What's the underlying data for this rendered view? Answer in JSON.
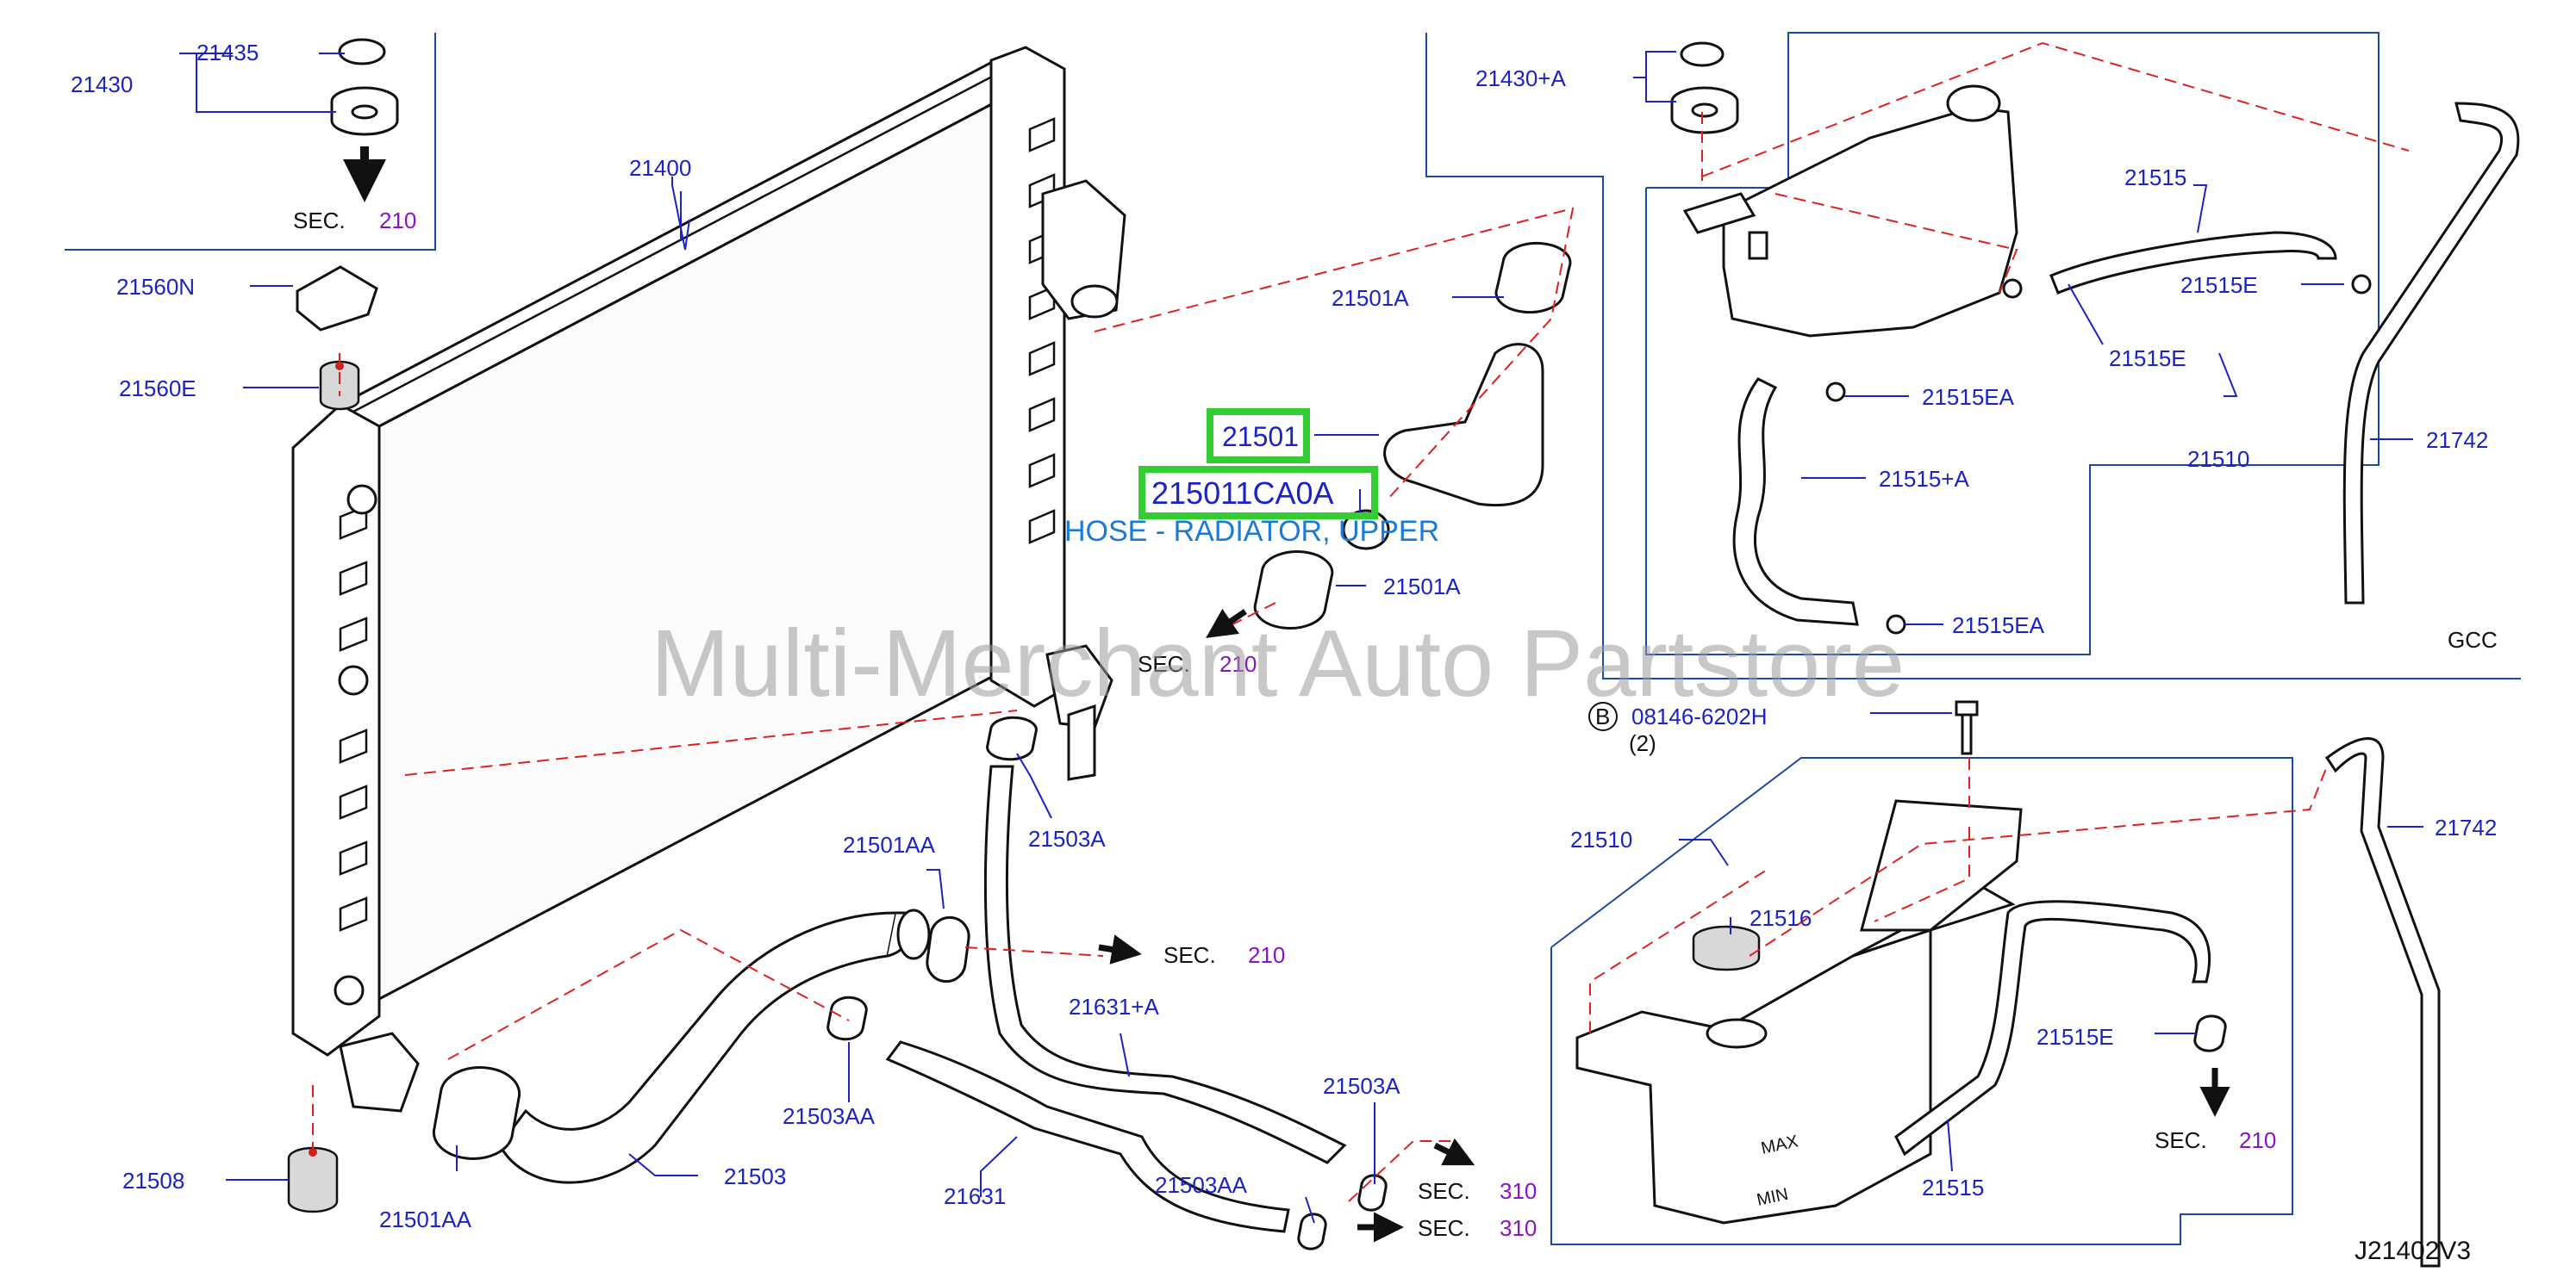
{
  "watermark": "Multi-Merchant Auto Partstore",
  "diagram_code": "J21402V3",
  "region_label": "GCC",
  "highlight": {
    "part": "21501",
    "part_number": "215011CA0A",
    "description": "HOSE - RADIATOR, UPPER",
    "color": "#33cc33"
  },
  "section_ref": {
    "prefix": "SEC.",
    "numbers": {
      "a": "210",
      "b": "310"
    }
  },
  "bolt": {
    "marker": "B",
    "number": "08146-6202H",
    "qty": "(2)"
  },
  "labels": {
    "p21435": "21435",
    "p21430": "21430",
    "p21400": "21400",
    "p21560N": "21560N",
    "p21560E": "21560E",
    "p21508": "21508",
    "p21501AA_a": "21501AA",
    "p21501AA_b": "21501AA",
    "p21503": "21503",
    "p21503AA_a": "21503AA",
    "p21503AA_b": "21503AA",
    "p21631": "21631",
    "p21631A": "21631+A",
    "p21503A_a": "21503A",
    "p21503A_b": "21503A",
    "p21501A_a": "21501A",
    "p21501A_b": "21501A",
    "p21430A": "21430+A",
    "p21515_a": "21515",
    "p21515_b": "21515",
    "p21515E_a": "21515E",
    "p21515E_b": "21515E",
    "p21515E_c": "21515E",
    "p21515EA_a": "21515EA",
    "p21515EA_b": "21515EA",
    "p21515A": "21515+A",
    "p21510_a": "21510",
    "p21510_b": "21510",
    "p21742_a": "21742",
    "p21742_b": "21742",
    "p21516": "21516"
  },
  "tank_marks": {
    "max": "MAX",
    "min": "MIN"
  },
  "colors": {
    "label": "#1a22c8",
    "section_number": "#8a12c8",
    "dashed_line": "#e02020",
    "frame": "#1a4aa8",
    "description": "#1a7ad8"
  }
}
